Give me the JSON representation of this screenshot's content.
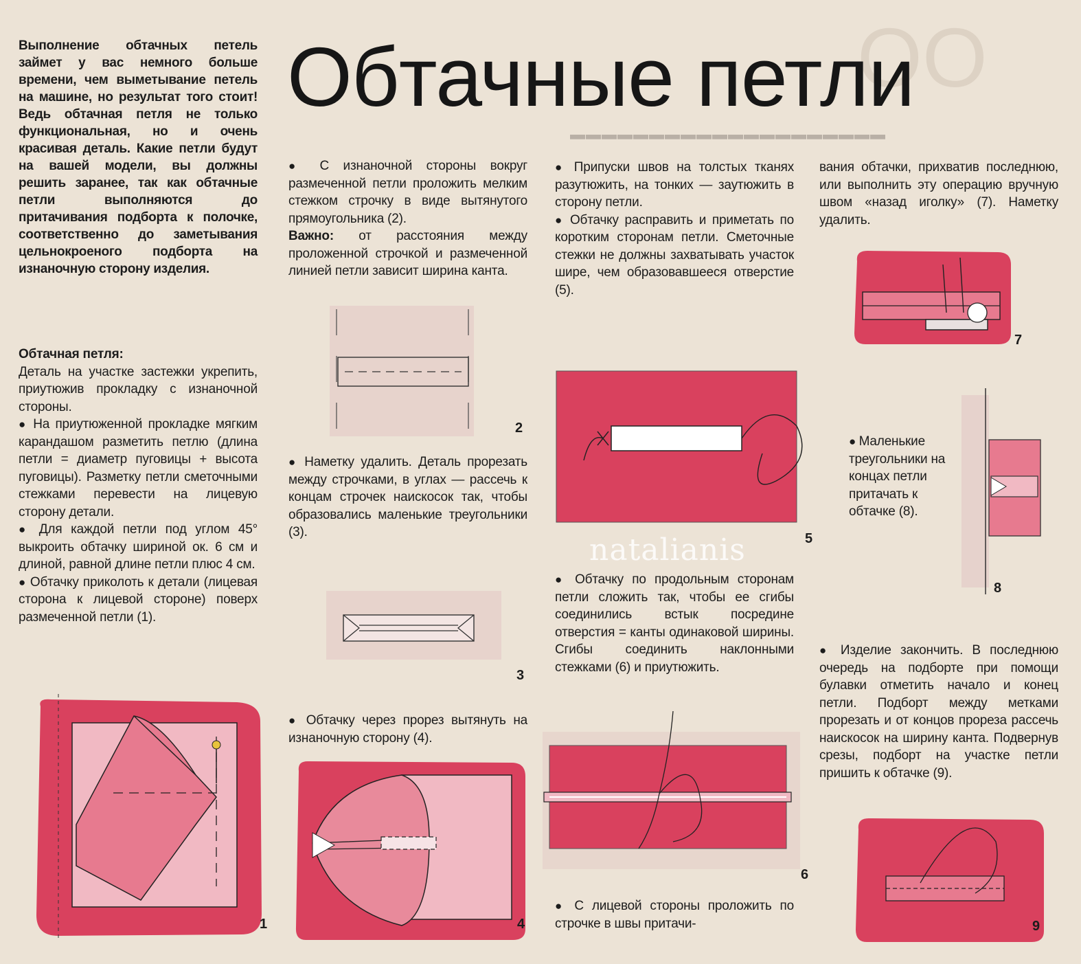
{
  "title": "Обтачные петли",
  "intro": "Выполнение обтачных петель займет у вас немного больше времени, чем выметывание петель на машине, но результат того стоит! Ведь обтачная петля не только функциональная, но и очень красивая деталь. Какие петли будут на вашей модели, вы должны решить заранее, так как обтачные петли выполняются до притачивания подборта к полочке, соответственно до заметывания цельнокроеного подборта на изнаночную сторону изделия.",
  "col1": {
    "heading": "Обтачная петля:",
    "p1": "Деталь на участке застежки укрепить, приутюжив прокладку с изнаночной стороны.",
    "p2": "На приутюженной прокладке мягким карандашом разметить петлю (длина петли = диаметр пуговицы + высота пуговицы). Разметку петли сметочными стежками перевести на лицевую сторону детали.",
    "p3": "Для каждой петли под углом 45° выкроить обтачку шириной ок. 6 см и длиной, равной длине петли плюс 4 см.",
    "p4": "Обтачку приколоть к детали (лицевая сторона к лицевой стороне) поверх размеченной петли (1)."
  },
  "col2": {
    "p1": "С изнаночной стороны вокруг размеченной петли проложить мелким стежком строчку в виде вытянутого прямоугольника (2).",
    "p1_bold": "Важно:",
    "p1_rest": "от расстояния между проложенной строчкой и размеченной линией петли зависит ширина канта.",
    "p2": "Наметку удалить. Деталь прорезать между строчками, в углах — рассечь к концам строчек наискосок так, чтобы образовались маленькие треугольники (3).",
    "p3": "Обтачку через прорез вытянуть на изнаночную сторону (4)."
  },
  "col3": {
    "p1": "Припуски швов на толстых тканях разутюжить, на тонких — заутюжить в сторону петли.",
    "p2": "Обтачку расправить и приметать по коротким сторонам петли. Сметочные стежки не должны захватывать участок шире, чем образовавшееся отверстие (5).",
    "p3": "Обтачку по продольным сторонам петли сложить так, чтобы ее сгибы соединились встык посредине отверстия = канты одинаковой ширины. Сгибы соединить наклонными стежками (6) и приутюжить.",
    "p4": "С лицевой стороны проложить по строчке в швы притачи-"
  },
  "col4": {
    "p1": "вания обтачки, прихватив последнюю, или выполнить эту операцию вручную швом «назад иголку» (7). Наметку удалить.",
    "p2": "Маленькие треугольники на концах петли притачать к обтачке (8).",
    "p3": "Изделие закончить. В последнюю очередь на подборте при помощи булавки отметить начало и конец петли. Подборт между метками прорезать и от концов прореза рассечь наискосок на ширину канта. Подвернув срезы, подборт на участке петли пришить к обтачке (9)."
  },
  "figures": {
    "f1": "1",
    "f2": "2",
    "f3": "3",
    "f4": "4",
    "f5": "5",
    "f6": "6",
    "f7": "7",
    "f8": "8",
    "f9": "9"
  },
  "watermark": "natalianis",
  "colors": {
    "fabric": "#d9415e",
    "fabric_light": "#e9a0ad",
    "paper": "#ece3d6"
  }
}
